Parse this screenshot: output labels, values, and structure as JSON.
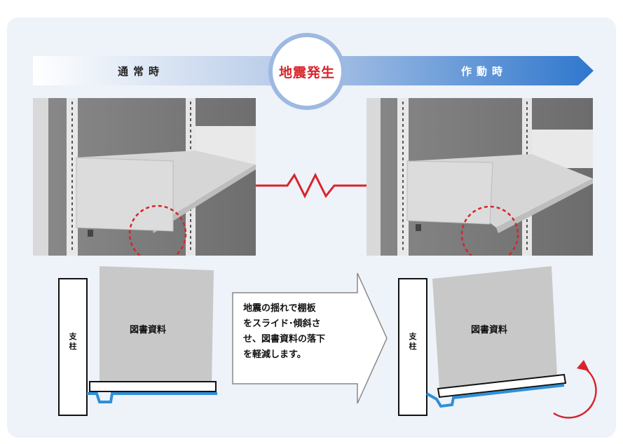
{
  "banner": {
    "normal_label": "通常時",
    "event_label": "地震発生",
    "active_label": "作動時"
  },
  "diagram_left": {
    "box_label": "図書資料",
    "pillar_label": "支柱"
  },
  "diagram_right": {
    "box_label": "図書資料",
    "pillar_label": "支柱"
  },
  "explanation": {
    "lines": [
      "地震の揺れで棚板",
      "をスライド･傾斜さ",
      "せ、図書資料の落下",
      "を軽減します。"
    ]
  },
  "colors": {
    "accent_red": "#d8242b",
    "banner_blue": "#3a78c9",
    "shelf_blue": "#2f8fd8"
  }
}
